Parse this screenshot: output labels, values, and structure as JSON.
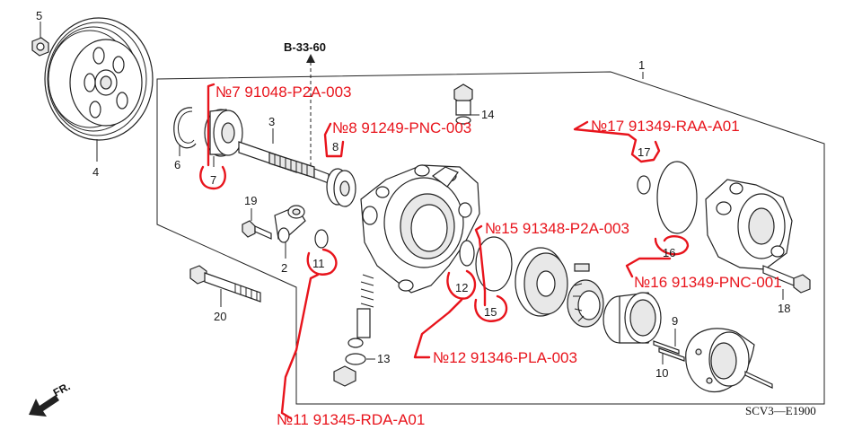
{
  "diagram": {
    "reference_label": "B-33-60",
    "diagram_code": "SCV3—E1900",
    "direction_label": "FR.",
    "part_numbers": [
      "1",
      "2",
      "3",
      "4",
      "5",
      "6",
      "7",
      "8",
      "9",
      "10",
      "11",
      "12",
      "13",
      "14",
      "15",
      "16",
      "17",
      "18",
      "19",
      "20"
    ],
    "annotations": [
      {
        "item": "7",
        "text": "№7 91048-P2A-003"
      },
      {
        "item": "8",
        "text": "№8 91249-PNC-003"
      },
      {
        "item": "17",
        "text": "№17 91349-RAA-A01"
      },
      {
        "item": "15",
        "text": "№15  91348-P2A-003"
      },
      {
        "item": "16",
        "text": "№16 91349-PNC-001"
      },
      {
        "item": "12",
        "text": "№12 91346-PLA-003"
      },
      {
        "item": "11",
        "text": "№11 91345-RDA-A01"
      }
    ],
    "colors": {
      "annotation": "#e8141c",
      "linework": "#222222"
    }
  }
}
